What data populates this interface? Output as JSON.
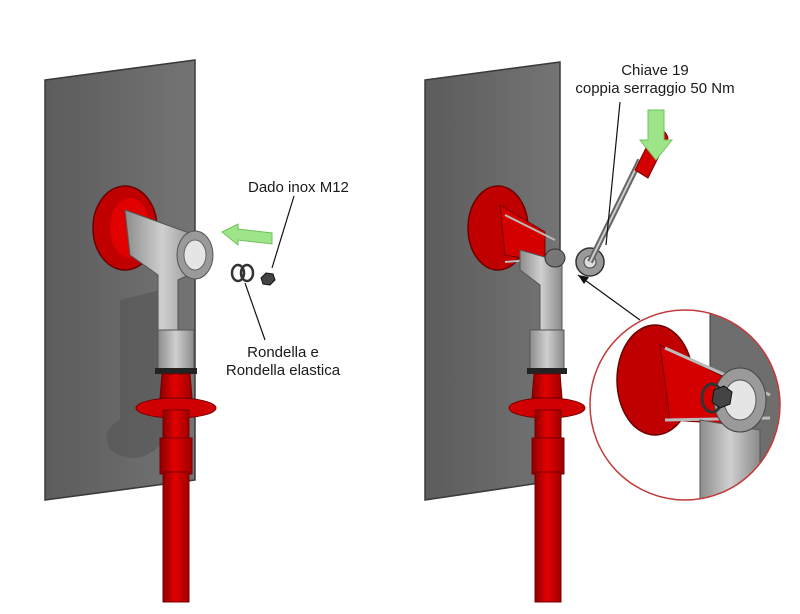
{
  "left_panel": {
    "label_nut": "Dado inox M12",
    "label_washers_line1": "Rondella  e",
    "label_washers_line2": "Rondella elastica"
  },
  "right_panel": {
    "label_wrench_line1": "Chiave 19",
    "label_wrench_line2": "coppia serraggio 50 Nm"
  },
  "colors": {
    "plate": "#6d6d6d",
    "plate_edge": "#3a3a3a",
    "red": "#d60000",
    "red_dark": "#8c0000",
    "grey_part": "#a9a9a9",
    "arrow_green": "#9ee58a",
    "zoom_border": "#c23a3a"
  }
}
